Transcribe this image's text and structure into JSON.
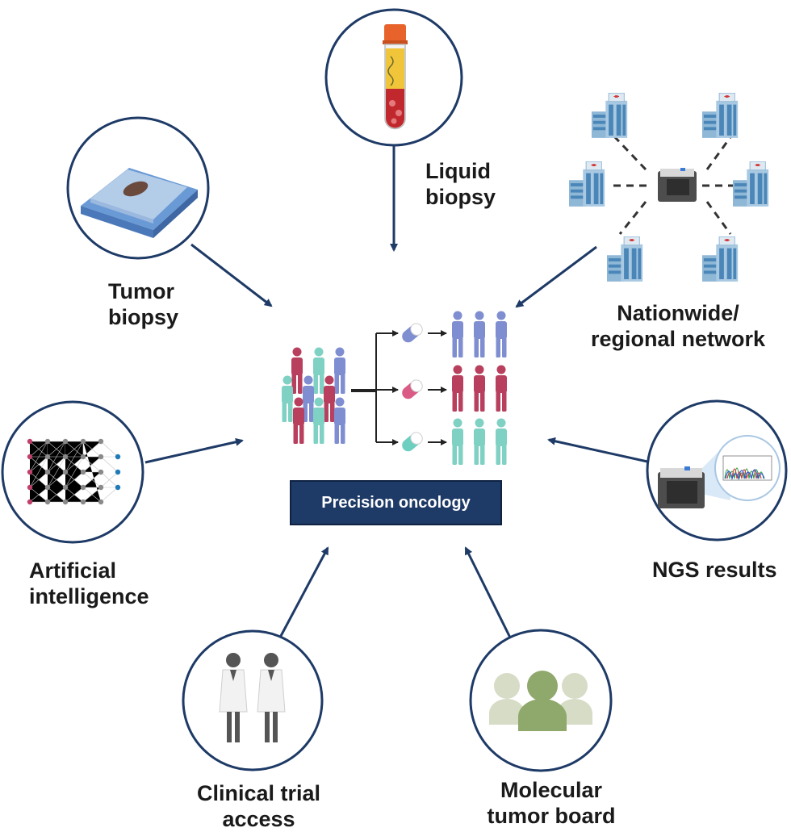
{
  "center": {
    "label": "Precision oncology"
  },
  "nodes": {
    "liquid_biopsy": {
      "line1": "Liquid",
      "line2": "biopsy"
    },
    "tumor_biopsy": {
      "line1": "Tumor",
      "line2": "biopsy"
    },
    "network": {
      "line1": "Nationwide/",
      "line2": "regional network"
    },
    "ai": {
      "line1": "Artificial",
      "line2": "intelligence"
    },
    "ngs": {
      "line1": "NGS results"
    },
    "clinical_trial": {
      "line1": "Clinical trial",
      "line2": "access"
    },
    "tumor_board": {
      "line1": "Molecular",
      "line2": "tumor board"
    }
  },
  "colors": {
    "navy": "#1e3a66",
    "patient_blue": "#7f8ed1",
    "patient_red": "#b8405e",
    "patient_teal": "#7fd1c3",
    "tumor_board_green": "#8fa86b"
  }
}
